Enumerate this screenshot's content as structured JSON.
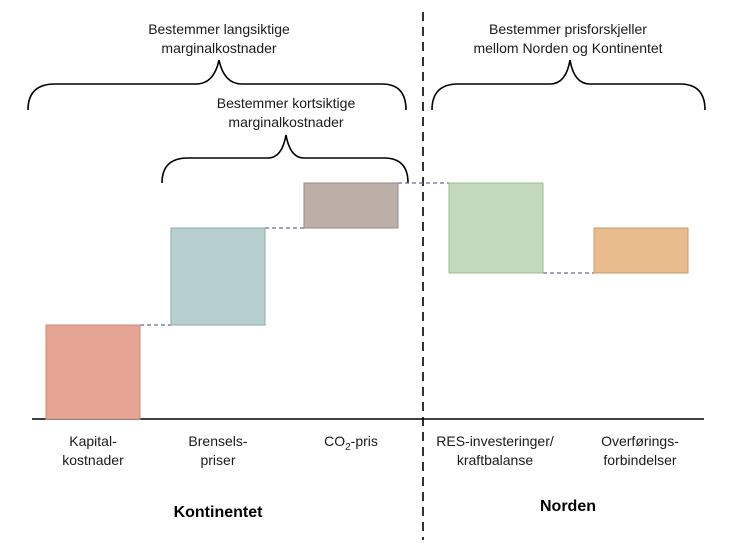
{
  "braces": {
    "long_term": {
      "line1": "Bestemmer langsiktige",
      "line2": "marginalkostnader"
    },
    "short_term": {
      "line1": "Bestemmer kortsiktige",
      "line2": "marginalkostnader"
    },
    "price_diff": {
      "line1": "Bestemmer prisforskjeller",
      "line2": "mellom Norden og Kontinentet"
    }
  },
  "chart_data": {
    "type": "waterfall",
    "bars": [
      {
        "label_line1": "Kapital-",
        "label_line2": "kostnader",
        "start": 0,
        "end": 94,
        "color": "#e5a494",
        "border": "#c98a7a"
      },
      {
        "label_line1": "Brensels-",
        "label_line2": "priser",
        "start": 94,
        "end": 191,
        "color": "#b8cfd0",
        "border": "#8fa9ab"
      },
      {
        "label_line1": "CO",
        "label_sub": "2",
        "label_suffix": "-pris",
        "start": 191,
        "end": 236,
        "color": "#bbafa8",
        "border": "#958881"
      },
      {
        "label_line1": "RES-investeringer/",
        "label_line2": "kraftbalanse",
        "start": 236,
        "end": 146,
        "color": "#c3d9bb",
        "border": "#9cbb91"
      },
      {
        "label_line1": "Overførings-",
        "label_line2": "forbindelser",
        "start": 146,
        "end": 191,
        "color": "#e8bc8d",
        "border": "#c79a6a"
      }
    ]
  },
  "regions": {
    "left": "Kontinentet",
    "right": "Norden"
  },
  "colors": {
    "connector": "#6b6b8a",
    "divider": "#000000"
  }
}
